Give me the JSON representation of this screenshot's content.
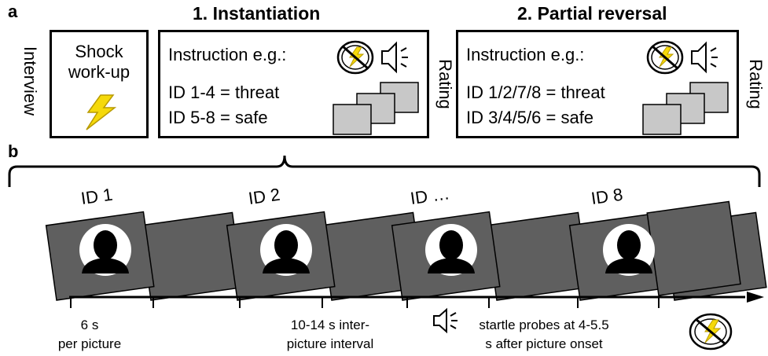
{
  "panel_a": {
    "letter": "a",
    "left_vertical": "Interview",
    "workup": {
      "line1": "Shock",
      "line2": "work-up"
    },
    "phase1": {
      "title": "1. Instantiation",
      "instruction": "Instruction  e.g.:",
      "rule1": "ID 1-4 = threat",
      "rule2": "ID 5-8 = safe",
      "rating": "Rating"
    },
    "phase2": {
      "title": "2. Partial reversal",
      "instruction": "Instruction  e.g.:",
      "rule1": "ID 1/2/7/8 = threat",
      "rule2": "ID 3/4/5/6 = safe",
      "rating": "Rating"
    }
  },
  "panel_b": {
    "letter": "b",
    "id_labels": [
      "ID 1",
      "ID 2",
      "ID …",
      "ID 8"
    ],
    "captions": {
      "duration_l1": "6 s",
      "duration_l2": "per picture",
      "iti_l1": "10-14 s inter-",
      "iti_l2": "picture interval",
      "startle_l1": "startle probes at 4-5.5",
      "startle_l2": "s after picture onset"
    }
  },
  "colors": {
    "card": "#5f5f5f",
    "card_border": "#000000",
    "card_stack": "#c8c8c8",
    "lightning": "#f5d90a",
    "face_circle": "#ffffff"
  },
  "icons": [
    "lightning-icon",
    "no-shock-icon",
    "speaker-icon",
    "face-silhouette-icon",
    "timeline-arrow"
  ]
}
